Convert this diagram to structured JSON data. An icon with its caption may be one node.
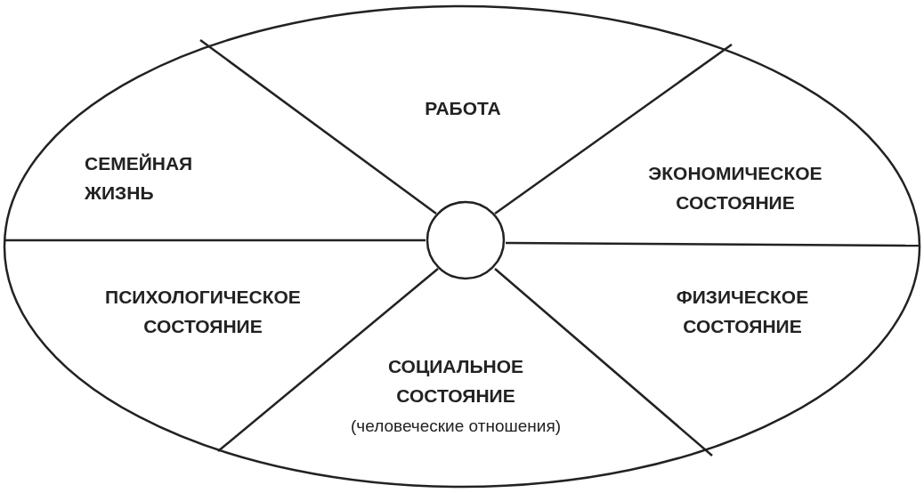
{
  "diagram": {
    "nodes": [
      {
        "text": [],
        "shape": "ellipse"
      },
      {
        "text": [],
        "shape": "circle",
        "in": 0
      },
      {
        "text": [
          "РАБОТА"
        ],
        "in": 0
      },
      {
        "text": [
          "СЕМЕЙНАЯ ЖИЗНЬ"
        ],
        "in": 0
      },
      {
        "text": [
          "ЭКОНОМИЧЕСКОЕ СОСТОЯНИЕ"
        ],
        "in": 0
      },
      {
        "text": [
          "ПСИХОЛОГИЧЕСКОЕ СОСТОЯНИЕ"
        ],
        "in": 0
      },
      {
        "text": [
          "ФИЗИЧЕСКОЕ СОСТОЯНИЕ"
        ],
        "in": 0
      },
      {
        "text": [
          "СОЦИАЛЬНОЕ СОСТОЯНИЕ",
          "(человеческие отношения)"
        ],
        "in": 0
      }
    ]
  }
}
